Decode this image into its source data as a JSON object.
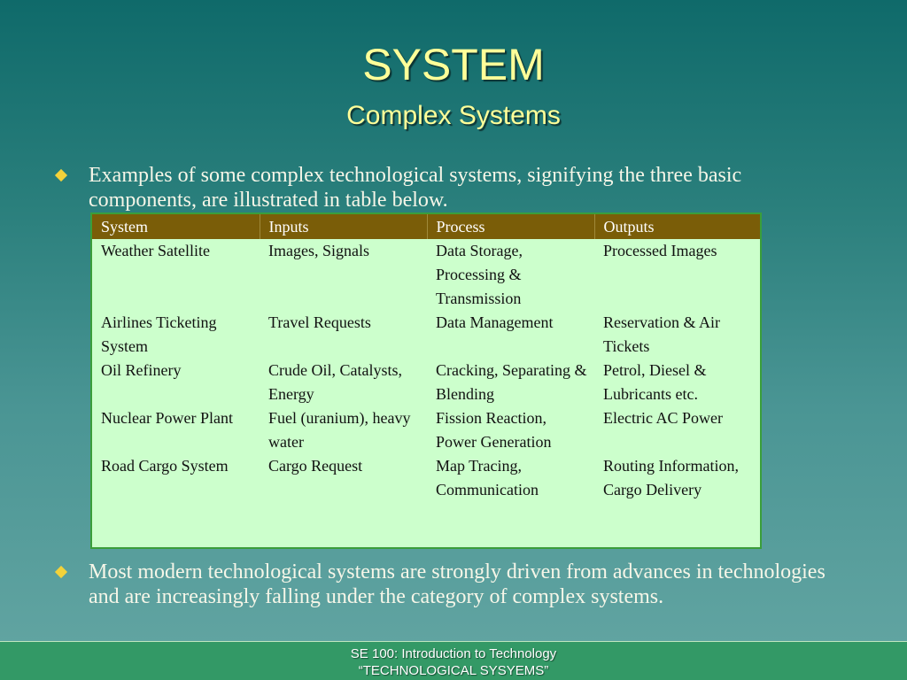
{
  "slide": {
    "title": "SYSTEM",
    "subtitle": "Complex Systems"
  },
  "bullets": [
    "Examples of some complex technological systems, signifying the three basic components, are illustrated in table below.",
    "Most modern technological systems are strongly driven from advances in technologies and are increasingly falling under the category of complex systems."
  ],
  "table": {
    "headers": [
      "System",
      "Inputs",
      "Process",
      "Outputs"
    ],
    "rows": [
      [
        "Weather Satellite",
        "Images, Signals",
        "Data Storage, Processing & Transmission",
        "Processed Images"
      ],
      [
        "Airlines Ticketing System",
        "Travel Requests",
        "Data Management",
        "Reservation & Air Tickets"
      ],
      [
        "Oil Refinery",
        "Crude Oil, Catalysts, Energy",
        "Cracking, Separating & Blending",
        "Petrol, Diesel & Lubricants etc."
      ],
      [
        "Nuclear Power Plant",
        "Fuel (uranium), heavy water",
        "Fission Reaction, Power Generation",
        "Electric AC Power"
      ],
      [
        "Road Cargo System",
        "Cargo Request",
        "Map Tracing, Communication",
        "Routing Information, Cargo Delivery"
      ]
    ]
  },
  "footer": {
    "line1": "SE 100: Introduction to Technology",
    "line2": "“TECHNOLOGICAL SYSYEMS”"
  },
  "colors": {
    "title": "#ffff99",
    "bullet_marker": "#f3d23a",
    "table_header": "#7a5d08",
    "table_body": "#ccffcc",
    "footer_bg": "#339966"
  }
}
